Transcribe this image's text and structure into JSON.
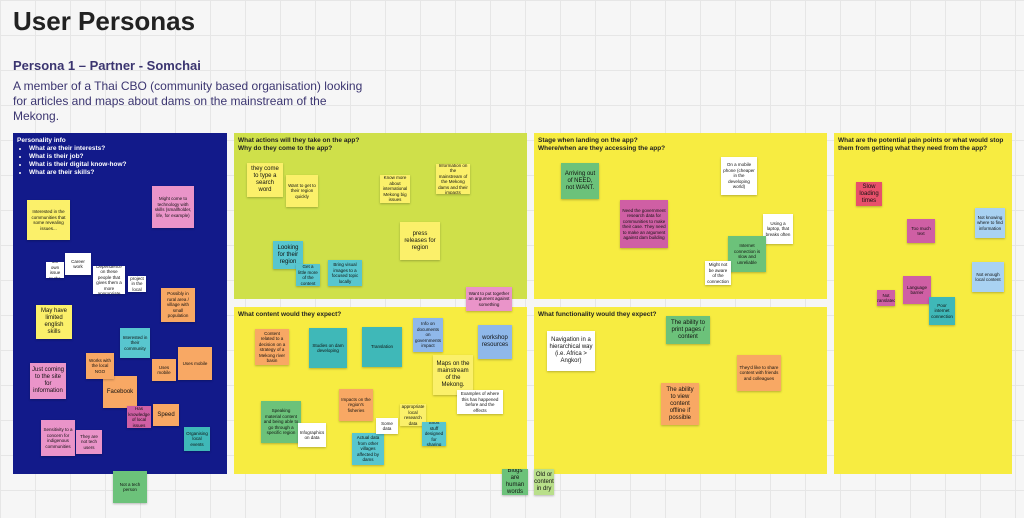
{
  "board": {
    "title": "User Personas",
    "persona_title": "Persona 1 – Partner - Somchai",
    "persona_desc": "A member of a Thai CBO (community based organisation) looking for articles and maps about dams on the mainstream of the Mekong."
  },
  "panels": {
    "personality": {
      "title": "Personality info",
      "items": [
        "What are their interests?",
        "What is their job?",
        "What is their digital know-how?",
        "What are their skills?"
      ]
    },
    "actions": {
      "title": "What actions will they take on the app?\nWhy do they come to the app?"
    },
    "stage": {
      "title": "Stage when landing on the app?\nWhere/when are they accessing the app?"
    },
    "pain": {
      "title": "What are the potential pain points or what would stop them from getting what they need from the app?"
    },
    "content": {
      "title": "What content would they expect?"
    },
    "functionality": {
      "title": "What functionality would they expect?"
    }
  },
  "notes": {
    "p1": "Interested in the communities that some revealing issues...",
    "p2": "Might come to technology with skills (smallholder, life, for example)",
    "p3": "Career work",
    "p4": "Cover our own issue to the basin",
    "p5": "Dependence on these people that gives them a more appropriate",
    "p6": "Sees a project in the local context",
    "p7": "May have limited english skills",
    "p8": "Possibly in rural area / village with small population",
    "p9": "Just coming to the site for information",
    "p10": "Facebook",
    "p11": "Interested in their community",
    "p12": "Works with the local NGO",
    "p13": "Uses mobile",
    "p14": "Speed",
    "p15": "Sensitivity to a concern for indigenous communities",
    "p16": "Has knowledge of local issues",
    "p17": "They are not tech users",
    "p18": "Organising local events",
    "a1": "they come to type a search word",
    "a2": "Want to get to their region quickly",
    "a3": "Know more about international Mekong big issues",
    "a4": "Information on the mainstream of the Mekong dams and their impacts",
    "a5": "press releases for region",
    "a6": "Looking for their region",
    "a7": "Get a little more of the content",
    "a8": "Bring visual images to a focused topic locally",
    "a9": "Want to put together an argument against something",
    "s1": "Arriving out of NEED, not WANT.",
    "s2": "On a mobile phone (cheaper in the developing world)",
    "s3": "Need the government research data for communities to make their case. They need to make an argument against dam building",
    "s4": "Using a laptop, that breaks often",
    "s5": "Internet connection is slow and unreliable",
    "s6": "Might not be aware of the connection",
    "pp1": "Slow loading times",
    "pp2": "Too much text",
    "pp3": "Not knowing where to find information",
    "pp4": "Not enough local content",
    "pp5": "Language barrier",
    "pp6": "Not translated",
    "pp7": "Poor internet connection",
    "c1": "Content related to a decision on a strategy of a Mekong river basin",
    "c2": "Studies on dam developing",
    "c3": "Translation",
    "c4": "Info on documents on governments impact",
    "c5": "workshop resources",
    "c6": "Maps on the mainstream of the Mekong.",
    "c7": "Impacts on the region's fisheries",
    "c8": "Examples of where this has happened before and the effects",
    "c9": "Speaking material content and being able to go through a specific region",
    "c10": "Infographics on data",
    "c11": "appropriate local research data",
    "c12": "Short stuff designed for sharing",
    "c13": "Actual data from other villages affected by dams",
    "c14": "Some data",
    "f1": "Navigation in a hierarchical way (i.e. Africa > Angkor)",
    "f2": "The ability to print pages / content",
    "f3": "They'd like to share content with friends and colleagues",
    "f4": "The ability to view content offline if possible",
    "o1": "Not a tech person",
    "o2": "Blogs are human words",
    "o3": "Old or content in dry"
  }
}
